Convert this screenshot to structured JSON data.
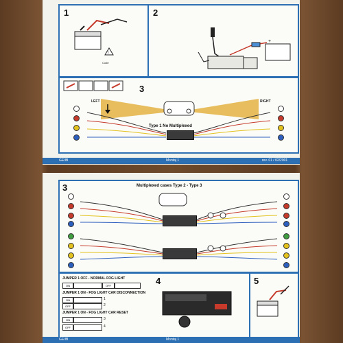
{
  "panels": {
    "p1": "1",
    "p2": "2",
    "p3": "3",
    "p3b": "3",
    "p4": "4",
    "p5": "5"
  },
  "labels": {
    "code": "Code",
    "left": "LEFT",
    "right": "RIGHT",
    "type1": "Type 1 No Multiplexed",
    "multiplexed": "Multiplexed cases Type 2 - Type 3"
  },
  "footer_top": {
    "left": "GE/IB",
    "center": "Montaj 1",
    "right": "rev. 01 / 02/2001"
  },
  "footer_bottom": {
    "left": "GE/IB",
    "center": "Montaj 1"
  },
  "jumpers": {
    "j1_off": "JUMPER 1 OFF - NORMAL FOG LIGHT",
    "j1_on_disc": "JUMPER 1 ON - FOG LIGHT CAR DISCONNECTION",
    "j1_on_reset": "JUMPER 1 ON - FOG LIGHT CAR RESET",
    "on": "ON",
    "off": "OFF",
    "n1": "1",
    "n2": "2",
    "n3": "3",
    "n4": "4"
  },
  "colors": {
    "frame_blue": "#2c6fb3",
    "beam_yellow": "#e0a82a",
    "wire_red": "#c53a2b",
    "wire_yellow": "#e3c21e",
    "wire_green": "#3f9c3f",
    "wire_blue": "#2d5fbf"
  }
}
